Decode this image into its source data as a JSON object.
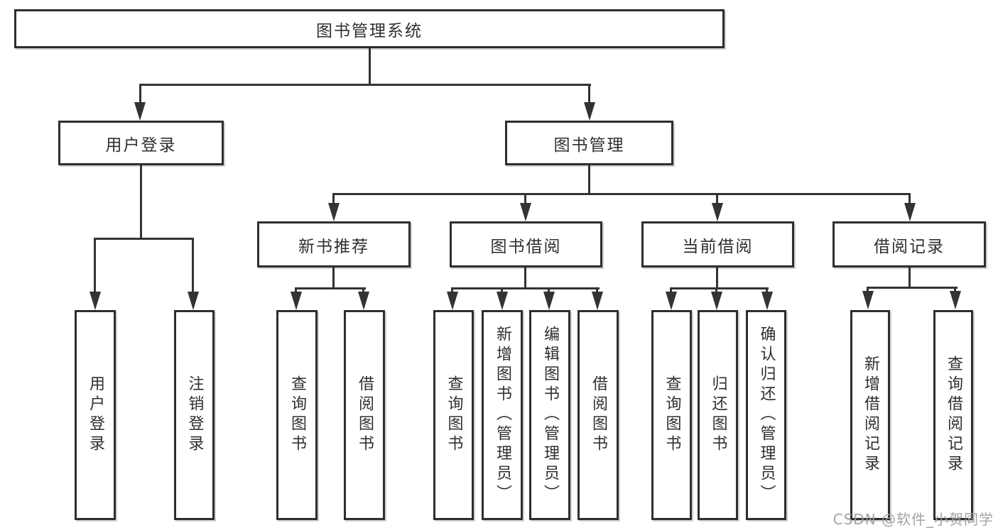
{
  "background": "#ffffff",
  "colors": {
    "connector_line": "#333333",
    "box_border": "#2e2e2e",
    "text": "#2f2f2f",
    "watermark": "#9e9e9e"
  },
  "watermark": "CSDN @软件_小贺同学",
  "tree": {
    "root": "图书管理系统",
    "branches": [
      {
        "label": "用户登录",
        "children": [
          "用户登录",
          "注销登录"
        ]
      },
      {
        "label": "图书管理",
        "sections": [
          {
            "label": "新书推荐",
            "children": [
              "查询图书",
              "借阅图书"
            ]
          },
          {
            "label": "图书借阅",
            "children": [
              "查询图书",
              "新增图书（管理员）",
              "编辑图书（管理员）",
              "借阅图书"
            ]
          },
          {
            "label": "当前借阅",
            "children": [
              "查询图书",
              "归还图书",
              "确认归还（管理员）"
            ]
          },
          {
            "label": "借阅记录",
            "children": [
              "新增借阅记录",
              "查询借阅记录"
            ]
          }
        ]
      }
    ]
  }
}
